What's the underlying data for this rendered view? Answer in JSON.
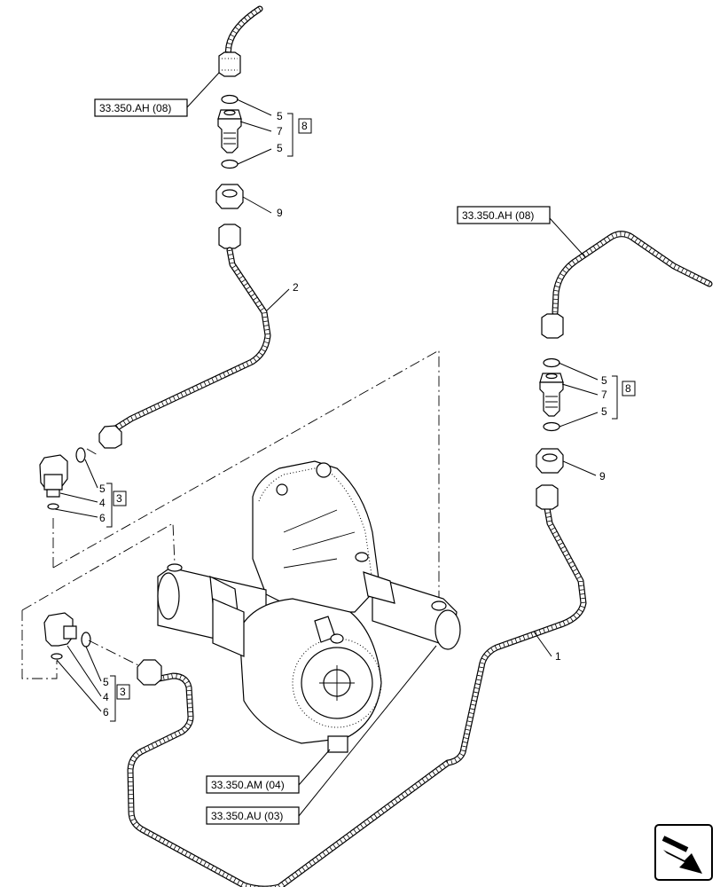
{
  "references": {
    "ref_top_left": "33.350.AH (08)",
    "ref_right": "33.350.AH (08)",
    "ref_bottom_1": "33.350.AM (04)",
    "ref_bottom_2": "33.350.AU (03)"
  },
  "callouts": {
    "top": {
      "seal_upper": "5",
      "fitting": "7",
      "seal_lower": "5",
      "nut": "9",
      "group": "8",
      "pipe": "2"
    },
    "right": {
      "seal_upper": "5",
      "fitting": "7",
      "seal_lower": "5",
      "nut": "9",
      "group": "8",
      "pipe": "1"
    },
    "left_upper": {
      "seal": "5",
      "elbow": "4",
      "oring": "6",
      "group": "3"
    },
    "left_lower": {
      "seal": "5",
      "elbow": "4",
      "oring": "6",
      "group": "3"
    }
  },
  "icons": {
    "nav_icon": "next-page-arrow-icon"
  }
}
